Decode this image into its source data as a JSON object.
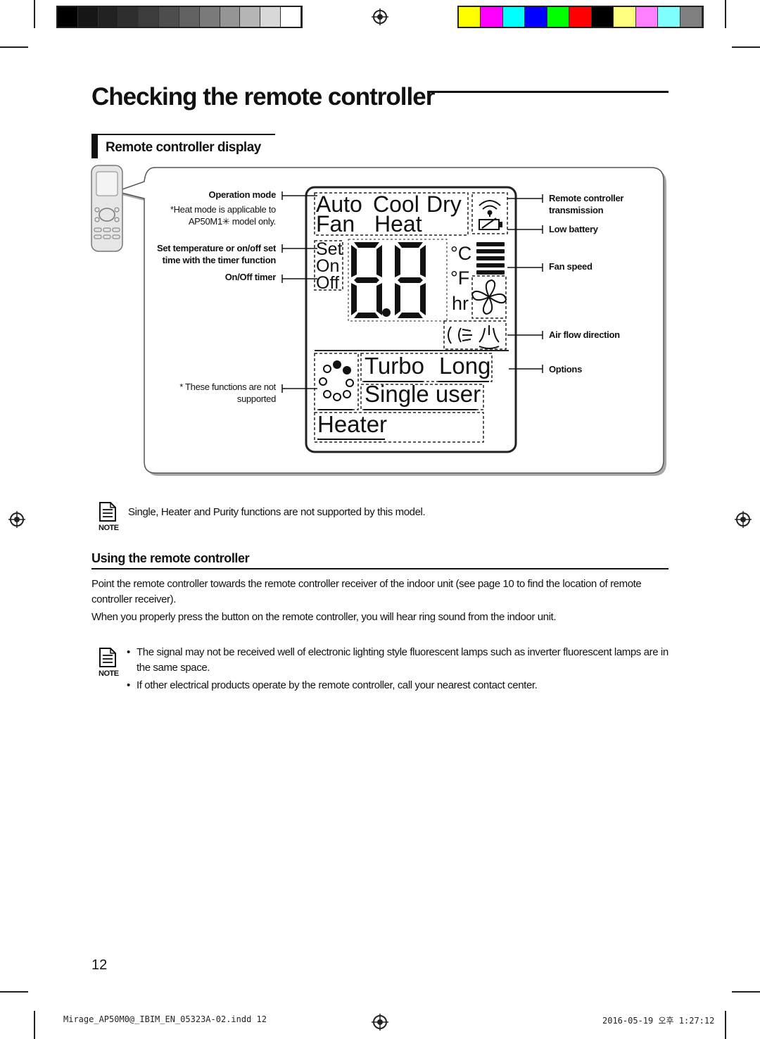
{
  "colors": {
    "gray_steps": [
      "#000000",
      "#161616",
      "#222222",
      "#2e2e2e",
      "#3c3c3c",
      "#4d4d4d",
      "#626262",
      "#7a7a7a",
      "#959595",
      "#b5b5b5",
      "#d8d8d8",
      "#ffffff"
    ],
    "process_colors": [
      "#ffff00",
      "#ff00ff",
      "#00ffff",
      "#0000ff",
      "#00ff00",
      "#ff0000",
      "#000000",
      "#ffff80",
      "#ff80ff",
      "#80ffff",
      "#808080"
    ]
  },
  "page": {
    "title": "Checking the remote controller",
    "section_title": "Remote controller display",
    "page_number": "12"
  },
  "diagram": {
    "left_labels": {
      "operation_mode": "Operation mode",
      "heat_note_1": "*Heat mode is applicable to",
      "heat_note_2": "AP50M1✳ model only.",
      "set_temp_1": "Set temperature or on/off set",
      "set_temp_2": "time with the timer function",
      "on_off_timer": "On/Off timer",
      "unsupported_1": "* These functions are not",
      "unsupported_2": "supported"
    },
    "right_labels": {
      "transmission_1": "Remote controller",
      "transmission_2": "transmission",
      "low_battery": "Low battery",
      "fan_speed": "Fan speed",
      "air_flow": "Air flow direction",
      "options": "Options"
    },
    "lcd": {
      "modes_row1": [
        "Auto",
        "Cool",
        "Dry"
      ],
      "modes_row2": [
        "Fan",
        "Heat"
      ],
      "set": "Set",
      "on": "On",
      "off": "Off",
      "digits": "8.8",
      "celsius": "°C",
      "fahrenheit": "°F",
      "hour": "hr",
      "turbo": "Turbo",
      "long": "Long",
      "single_user": "Single user",
      "heater": "Heater"
    }
  },
  "note1": {
    "label": "NOTE",
    "text": "Single, Heater and Purity functions are not supported by this model."
  },
  "using": {
    "heading": "Using the remote controller",
    "para1": "Point the remote controller towards the remote controller receiver of the indoor unit (see page 10 to find the location of remote controller receiver).",
    "para2": "When you properly press the button on the remote controller, you will hear ring sound from the indoor unit."
  },
  "note2": {
    "label": "NOTE",
    "bullet1": "The signal may not be received well of electronic lighting style fluorescent lamps such as inverter fluorescent lamps are in the same space.",
    "bullet2": "If other electrical products operate by the remote controller, call your nearest contact center."
  },
  "footer": {
    "file": "Mirage_AP50M0@_IBIM_EN_05323A-02.indd   12",
    "stamp": "2016-05-19   오후 1:27:12"
  }
}
